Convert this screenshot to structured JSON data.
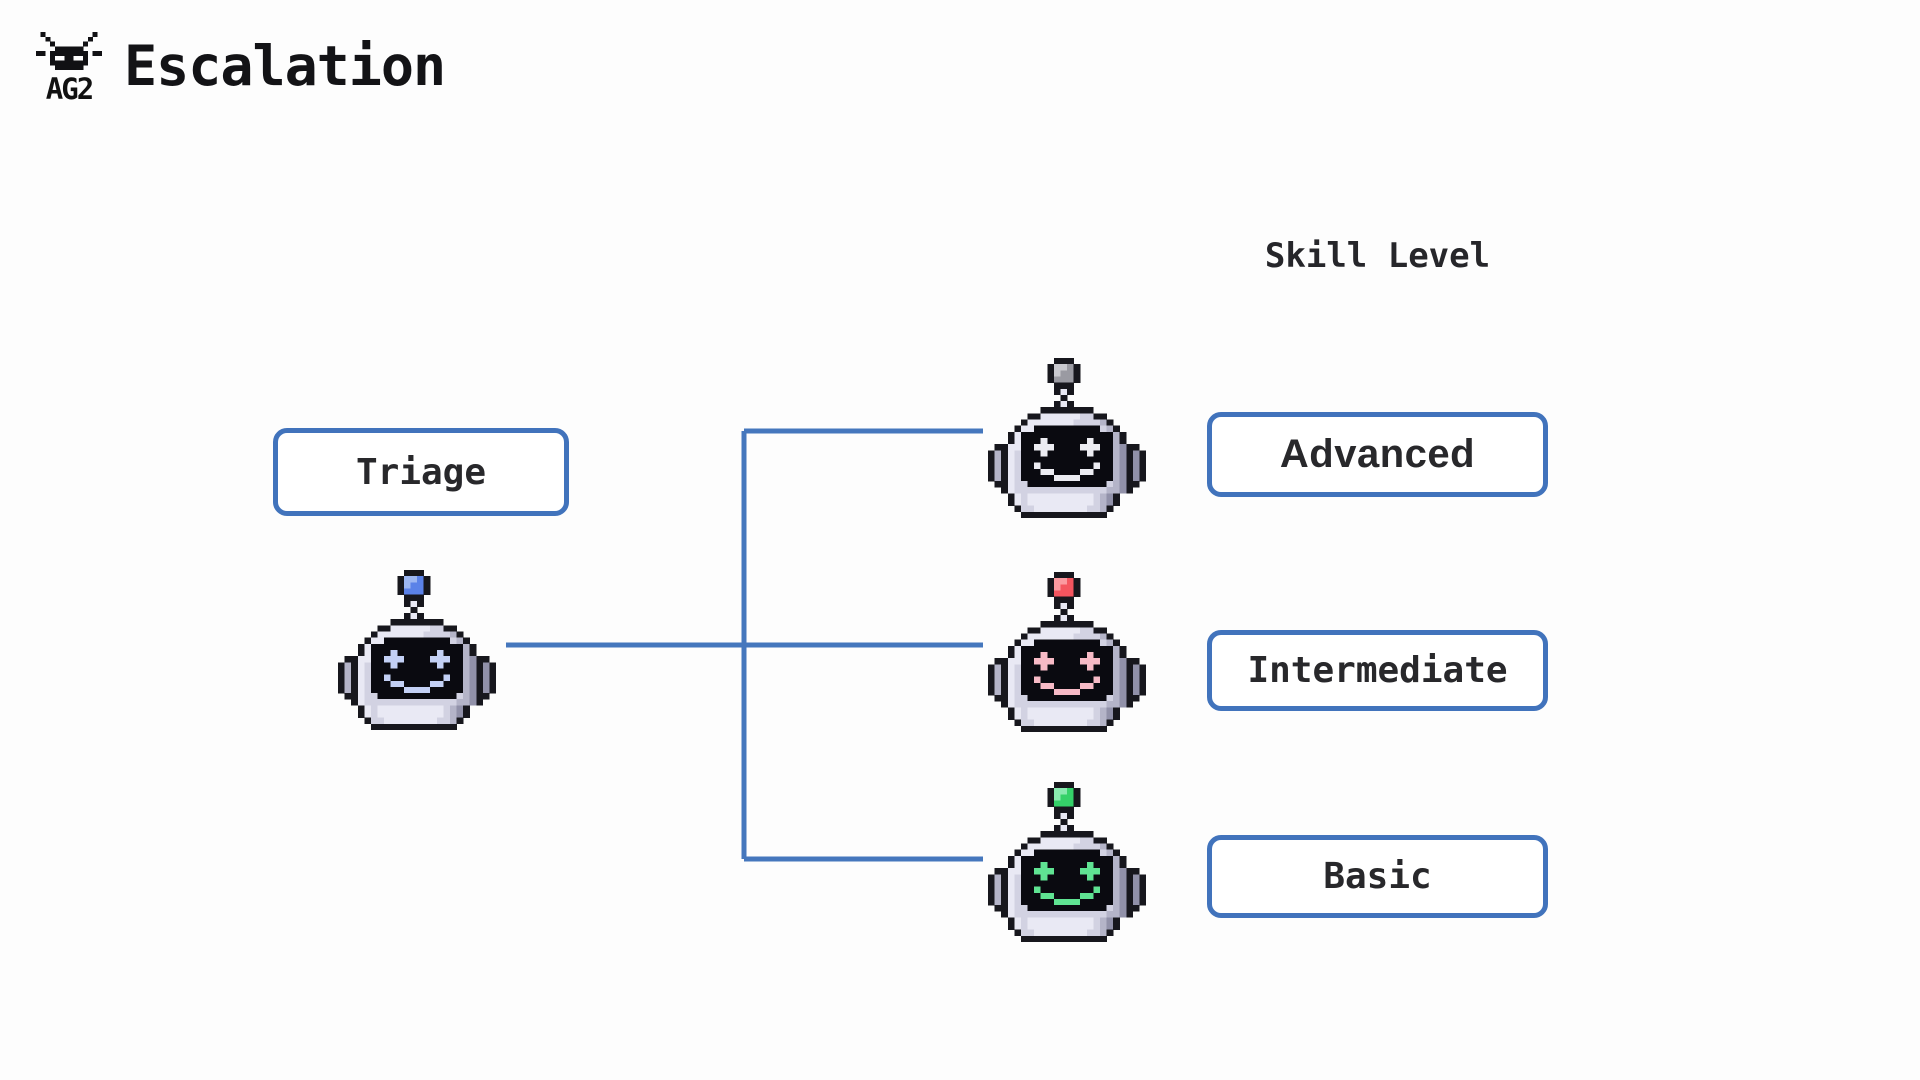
{
  "header": {
    "logo_text": "AG2",
    "title": "Escalation"
  },
  "diagram": {
    "column_header": "Skill Level",
    "triage": {
      "label": "Triage"
    },
    "levels": [
      {
        "id": "advanced",
        "label": "Advanced"
      },
      {
        "id": "intermediate",
        "label": "Intermediate"
      },
      {
        "id": "basic",
        "label": "Basic"
      }
    ]
  },
  "robots": {
    "triage": {
      "antenna": "#5b82e8",
      "antenna_hi": "#9db7f2",
      "accent": "#c3d0f5"
    },
    "advanced": {
      "antenna": "#9a9aa2",
      "antenna_hi": "#c9c9cf",
      "accent": "#ececf2"
    },
    "intermediate": {
      "antenna": "#f4555f",
      "antenna_hi": "#fb9aa0",
      "accent": "#f7bac6"
    },
    "basic": {
      "antenna": "#35d169",
      "antenna_hi": "#8aeab0",
      "accent": "#5fe392"
    }
  },
  "colors": {
    "connector": "#4577bd",
    "box_border": "#4173bc",
    "text": "#28282b"
  }
}
